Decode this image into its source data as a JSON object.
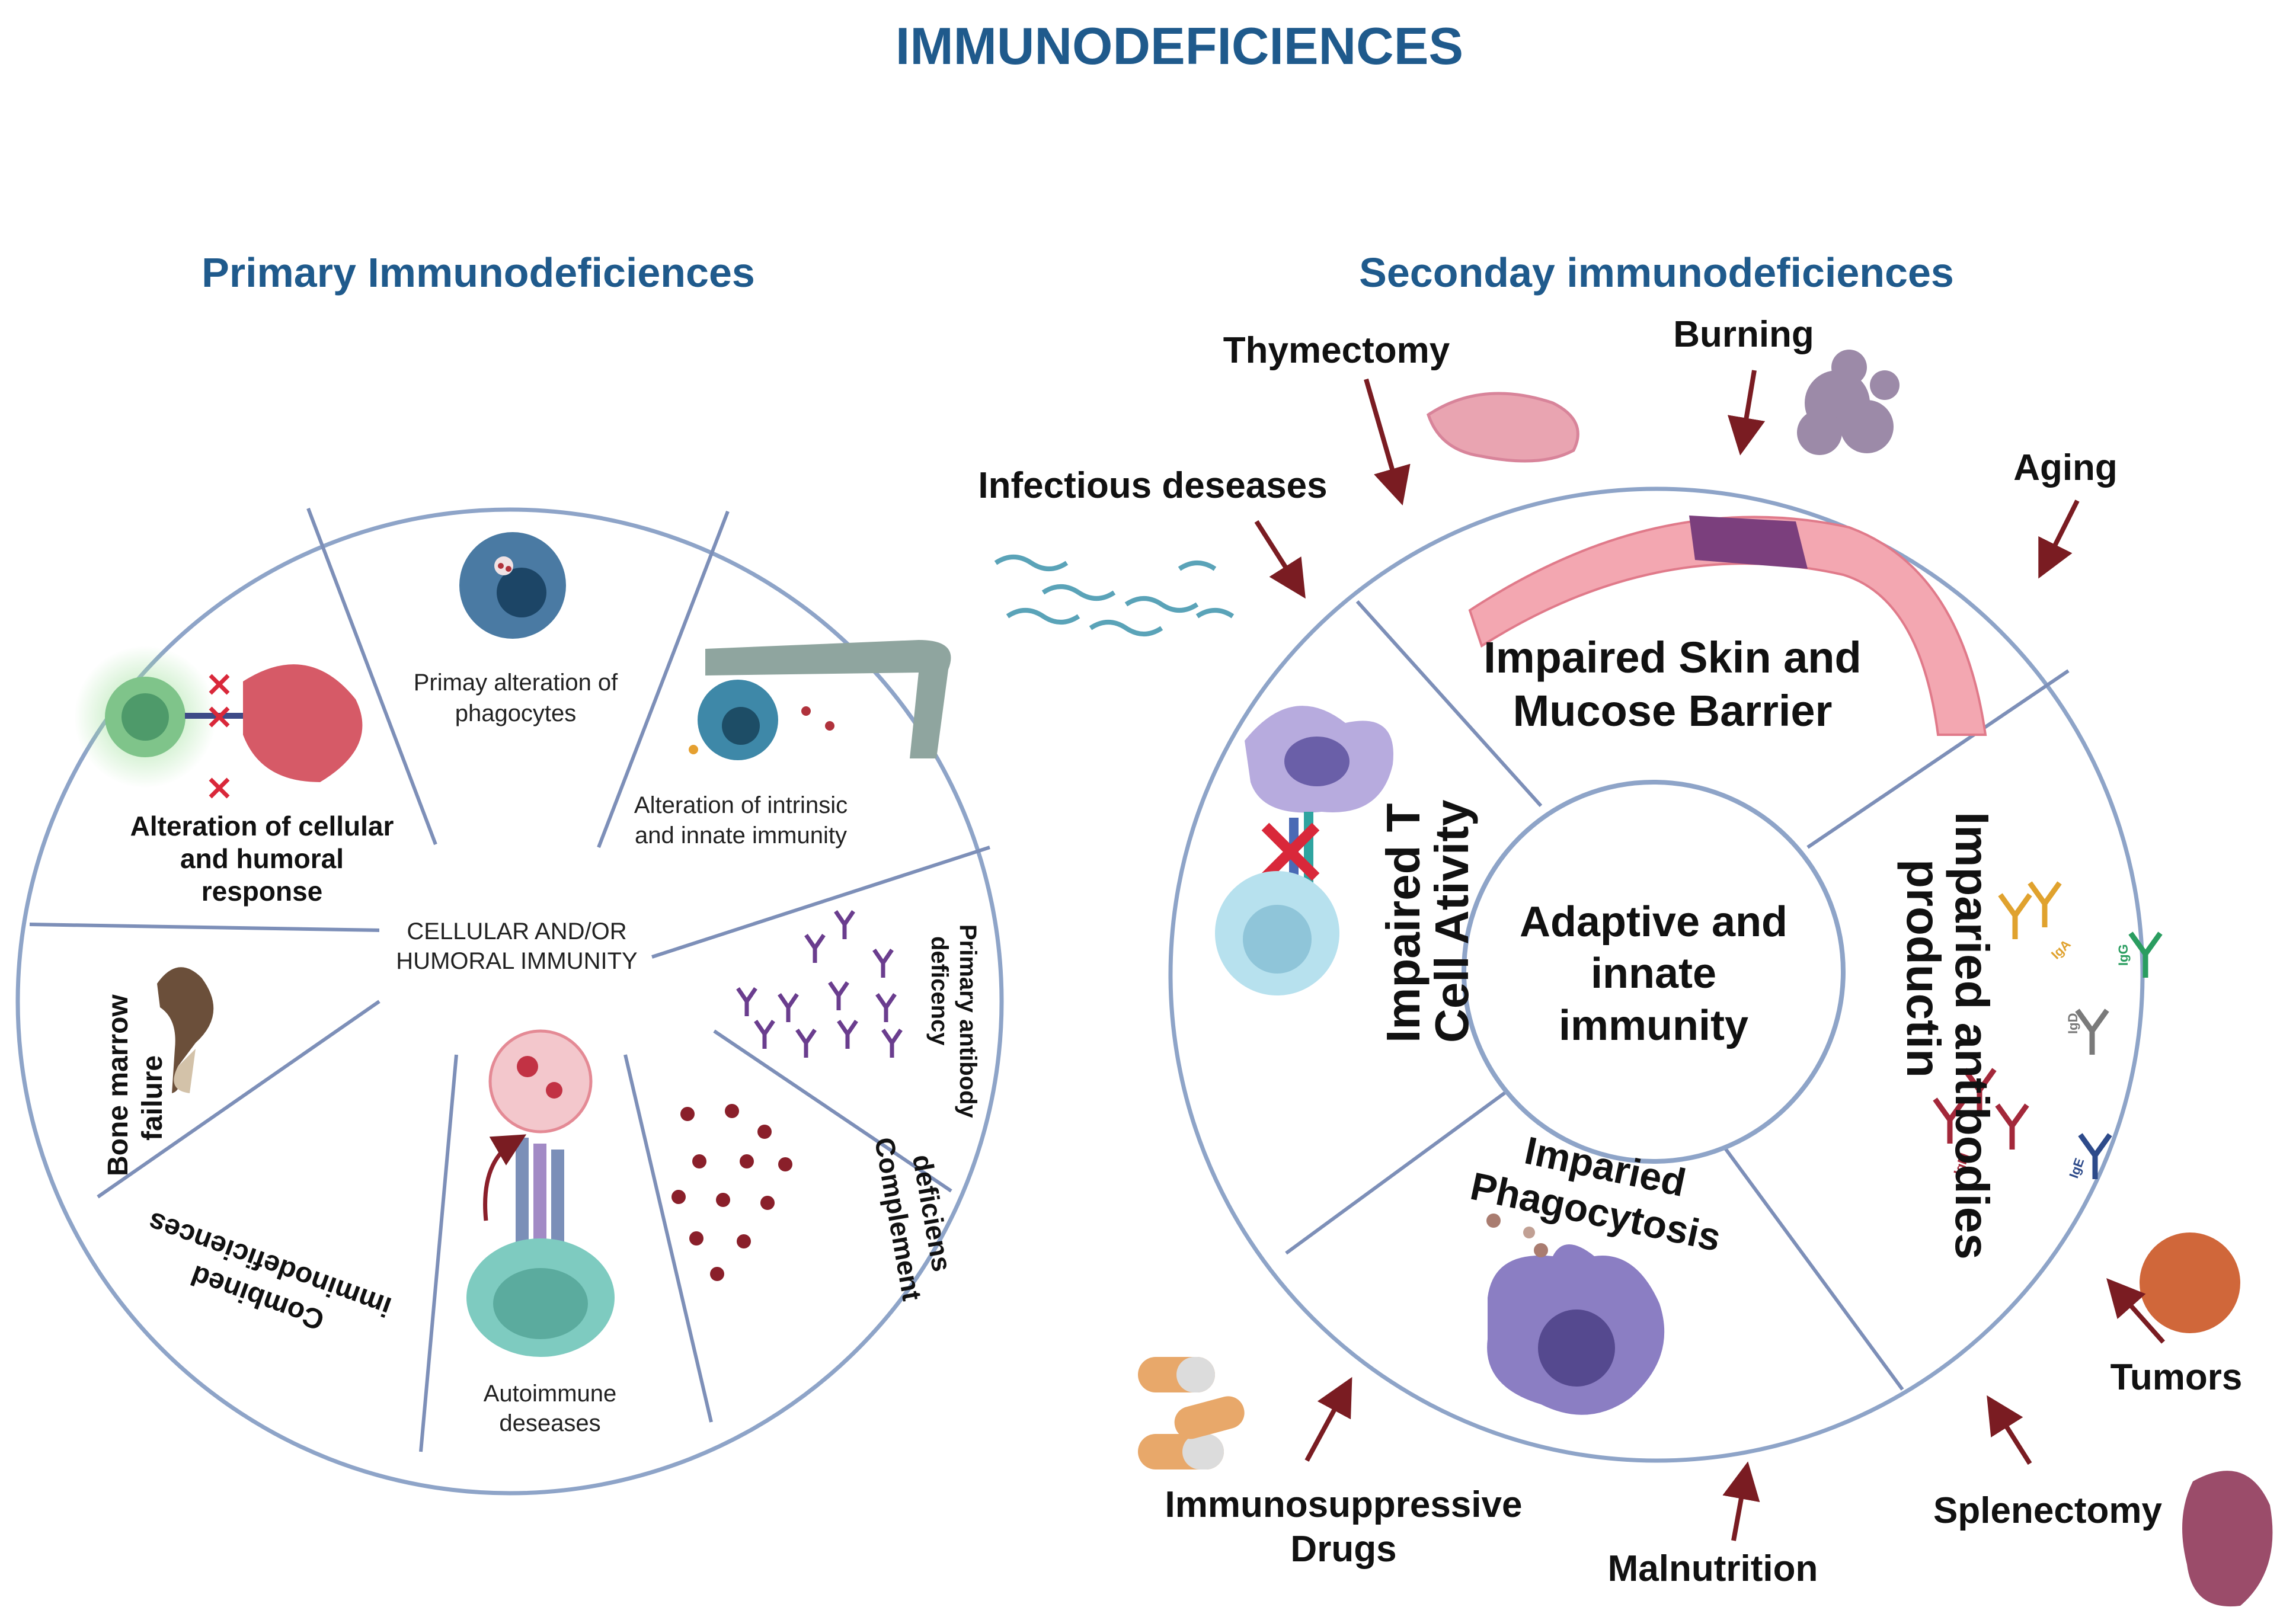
{
  "title": "IMMUNODEFICIENCES",
  "primary": {
    "heading": "Primary Immunodeficiences",
    "center_line1": "CELLULAR AND/OR",
    "center_line2": "HUMORAL IMMUNITY",
    "sectors": {
      "phagocytes_l1": "Primay alteration of",
      "phagocytes_l2": "phagocytes",
      "intrinsic_l1": "Alteration of intrinsic",
      "intrinsic_l2": "and innate immunity",
      "cellular_l1": "Alteration of cellular",
      "cellular_l2": "and humoral",
      "cellular_l3": "response",
      "antibody_l1": "Primary antibody",
      "antibody_l2": "deficency",
      "complement_l1": "Complement",
      "complement_l2": "deficiens",
      "autoimmune_l1": "Autoimmune",
      "autoimmune_l2": "deseases",
      "combined_l1": "Combined",
      "combined_l2": "imminodeficiences",
      "marrow_l1": "Bone marrow",
      "marrow_l2": "failure"
    }
  },
  "secondary": {
    "heading": "Seconday immunodeficiences",
    "center_line1": "Adaptive and",
    "center_line2": "innate",
    "center_line3": "immunity",
    "sectors": {
      "skin_l1": "Impaired Skin and",
      "skin_l2": "Mucose Barrier",
      "tcell_l1": "Impaired T",
      "tcell_l2": "Cell Ativity",
      "antibodies_l1": "Imparied antibodies",
      "antibodies_l2": "productin",
      "phago_l1": "Imparied",
      "phago_l2": "Phagocytosis"
    },
    "causes": {
      "thymectomy": "Thymectomy",
      "burning": "Burning",
      "infectious": "Infectious deseases",
      "aging": "Aging",
      "tumors": "Tumors",
      "drugs_l1": "Immunosuppressive",
      "drugs_l2": "Drugs",
      "malnutrition": "Malnutrition",
      "splenectomy": "Splenectomy"
    },
    "antibody_isotopes": {
      "iga": "IgA",
      "igg": "IgG",
      "igd": "IgD",
      "igm": "IgM",
      "ige": "IgE"
    }
  },
  "colors": {
    "title": "#1f5a8c",
    "ring": "#8ea4c8",
    "arrow": "#7a1c22",
    "skin": "#f3a7b1",
    "skin_dark": "#7b3f7d"
  }
}
